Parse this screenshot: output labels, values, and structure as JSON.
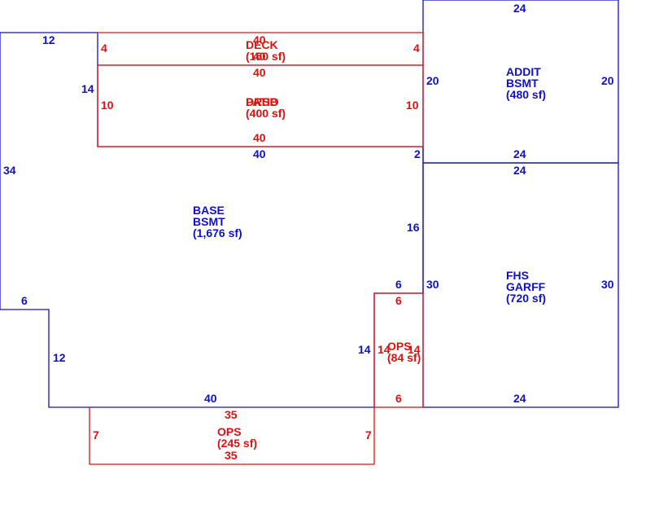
{
  "colors": {
    "blue": "#1010c8",
    "red": "#e01010"
  },
  "base_bsmt": {
    "name1": "BASE",
    "name2": "BSMT",
    "area": "(1,676 sf)",
    "dims": {
      "top": "12",
      "left": "34",
      "notch_bottom": "6",
      "lower_left": "12",
      "bottom": "40",
      "upper_left": "14",
      "under_patio": "40",
      "step": "2",
      "right": "16",
      "right_bottom": "14",
      "step_top": "6"
    }
  },
  "deck": {
    "name": "DECK",
    "area": "(160 sf)",
    "dims": {
      "top": "40",
      "left": "4",
      "right": "4",
      "bottom": "40"
    }
  },
  "patio": {
    "name": "PATIO",
    "name_alt": "DRSB",
    "area": "(400 sf)",
    "dims": {
      "left": "10",
      "right": "10",
      "bottom": "40"
    }
  },
  "addit_bsmt": {
    "name1": "ADDIT",
    "name2": "BSMT",
    "area": "(480 sf)",
    "dims": {
      "top": "24",
      "left": "20",
      "right": "20",
      "bottom": "24"
    }
  },
  "garage": {
    "name1": "FHS",
    "name2": "GARFF",
    "area": "(720 sf)",
    "dims": {
      "top": "24",
      "left": "30",
      "right": "30",
      "bottom": "24"
    }
  },
  "ops_small": {
    "name": "OPS",
    "area": "(84 sf)",
    "dims": {
      "top": "6",
      "left": "14",
      "right": "14",
      "bottom": "6"
    }
  },
  "ops_large": {
    "name": "OPS",
    "area": "(245 sf)",
    "dims": {
      "top": "35",
      "left": "7",
      "right": "7",
      "bottom": "35"
    }
  }
}
